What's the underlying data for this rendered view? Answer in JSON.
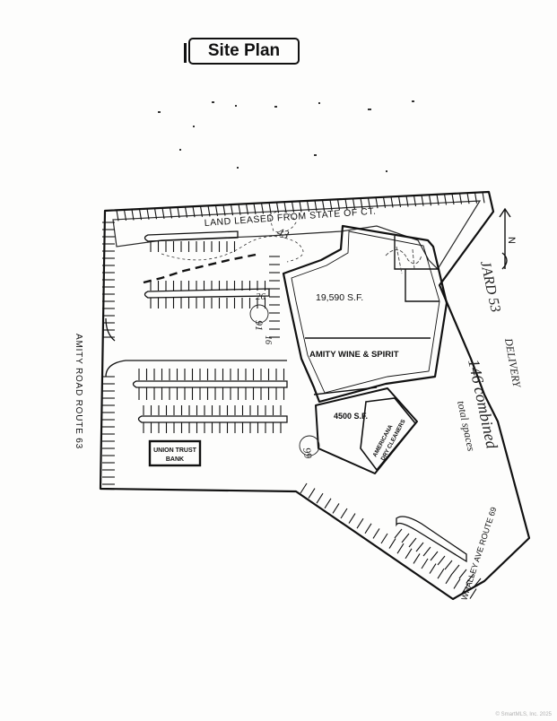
{
  "title": "Site Plan",
  "labels": {
    "land_leased": "LAND LEASED FROM STATE OF CT.",
    "amity_road": "AMITY ROAD  ROUTE 63",
    "whalley_ave": "WHALLEY AVE  ROUTE 69",
    "main_sf": "19,590 S.F.",
    "main_tenant": "AMITY WINE & SPIRIT",
    "small_sf": "4500 S.F.",
    "cleaners_line1": "AMERICANA",
    "cleaners_line2": "DRY CLEANERS",
    "bank_line1": "UNION TRUST",
    "bank_line2": "BANK",
    "north": "N"
  },
  "handwritten": {
    "note_jard": "JARD 53",
    "note_delivery": "DELIVERY",
    "note_combined": "146 combined",
    "note_spaces": "total spaces",
    "count_43": "43",
    "count_26": "26",
    "count_91": "91",
    "count_16": "16",
    "count_99": "99"
  },
  "watermark": "© SmartMLS, Inc. 2025"
}
